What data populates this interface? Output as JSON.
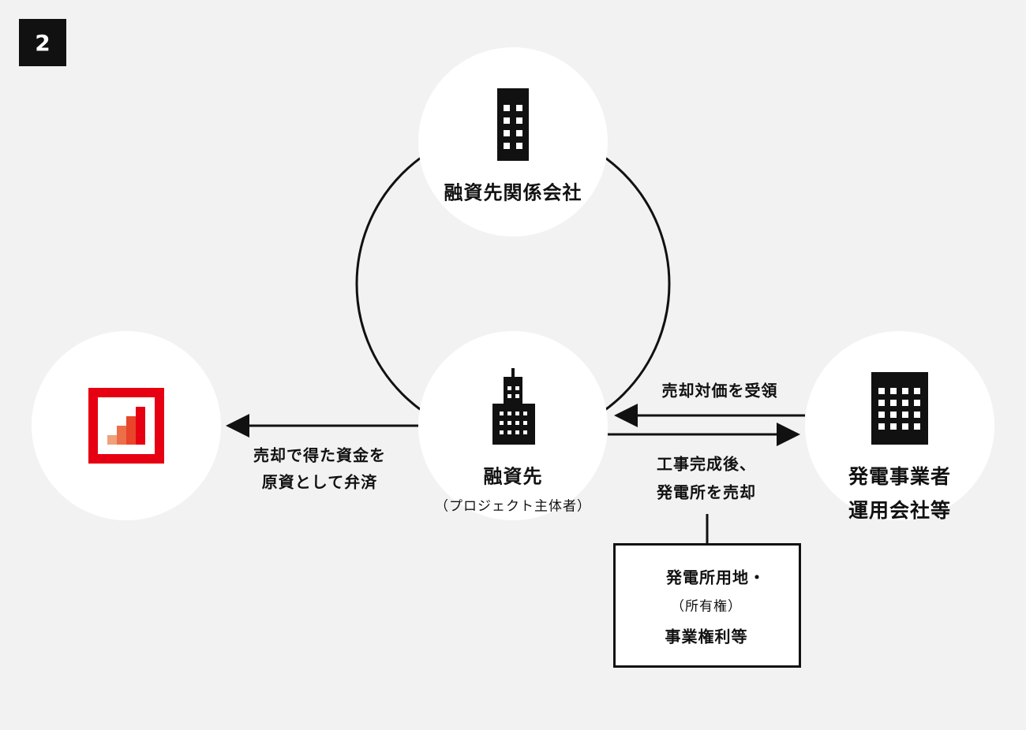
{
  "badge": "2",
  "nodes": {
    "related": "融資先関係会社",
    "borrower": "融資先",
    "borrower_sub": "（プロジェクト主体者）",
    "operator_line1": "発電事業者",
    "operator_line2": "運用会社等"
  },
  "arrows": {
    "repay_line1": "売却で得た資金を",
    "repay_line2": "原資として弁済",
    "receive": "売却対価を受領",
    "sell_line1": "工事完成後、",
    "sell_line2": "発電所を売却"
  },
  "asset_box": {
    "line1": "発電所用地・",
    "line2": "（所有権）",
    "line3": "事業権利等"
  },
  "colors": {
    "bank_red": "#e60012",
    "dark": "#111111"
  }
}
